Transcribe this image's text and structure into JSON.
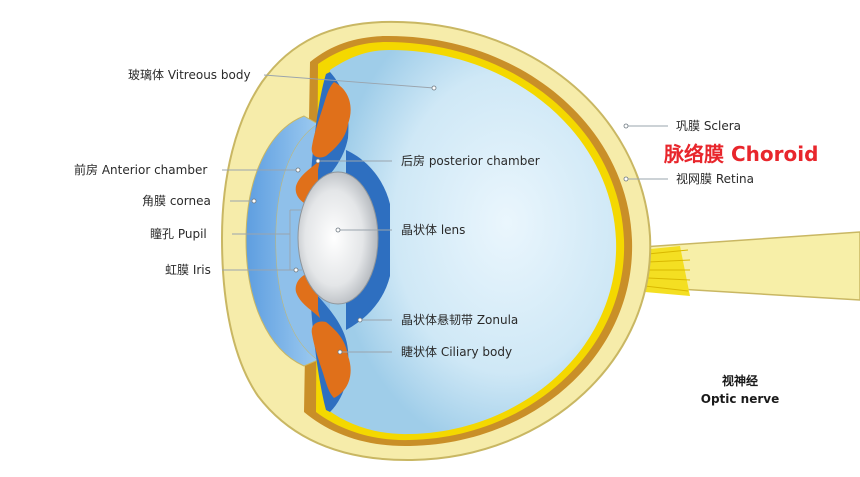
{
  "labels": {
    "vitreous": "玻璃体 Vitreous body",
    "anterior_chamber": "前房 Anterior chamber",
    "cornea": "角膜 cornea",
    "pupil": "瞳孔 Pupil",
    "iris": "虹膜 Iris",
    "posterior_chamber": "后房 posterior chamber",
    "lens": "晶状体 lens",
    "zonula": "晶状体悬韧带 Zonula",
    "ciliary_body": "睫状体 Ciliary body",
    "sclera": "巩膜 Sclera",
    "choroid": "脉络膜 Choroid",
    "retina": "视网膜 Retina",
    "optic_nerve_cn": "视神经",
    "optic_nerve_en": "Optic nerve"
  },
  "colors": {
    "sclera": "#f6ecaa",
    "sclera_outline": "#c9b763",
    "choroid": "#c98f28",
    "retina": "#f4d800",
    "vitreous": "#c4e2f2",
    "aqueous": "#2e6fc0",
    "iris": "#e0701a",
    "lens": "#dcdcdc",
    "optic_nerve": "#f4df22",
    "choroid_label": "#e8262c"
  }
}
